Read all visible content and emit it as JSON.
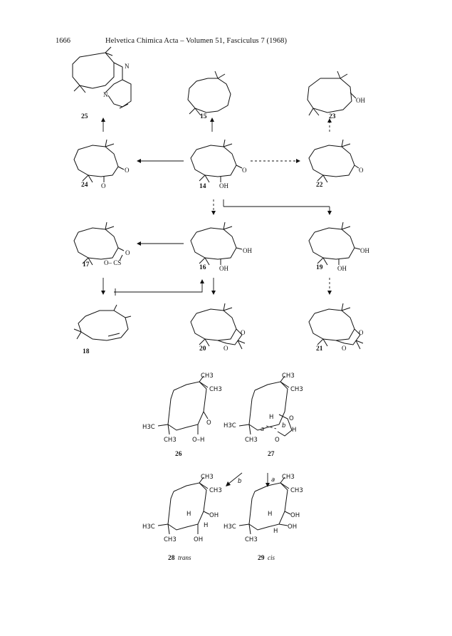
{
  "header": {
    "page_number": "1666",
    "journal": "Helvetica Chimica Acta – Volumen 51, Fasciculus 7 (1968)"
  },
  "compounds": {
    "c25": "25",
    "c15": "15",
    "c23": "23",
    "c24": "24",
    "c14": "14",
    "c22": "22",
    "c17": "17",
    "c16": "16",
    "c19": "19",
    "c18": "18",
    "c20": "20",
    "c21": "21",
    "c26": "26",
    "c27": "27",
    "c28": "28",
    "c29": "29"
  },
  "stereo": {
    "trans": "trans",
    "cis": "cis"
  },
  "atoms": {
    "N": "N",
    "O": "O",
    "OH": "OH",
    "O_CS": "O– CS",
    "CH3": "CH3",
    "H3C": "H3C",
    "O_H": "O–H",
    "H": "H",
    "a": "a",
    "b": "b"
  }
}
